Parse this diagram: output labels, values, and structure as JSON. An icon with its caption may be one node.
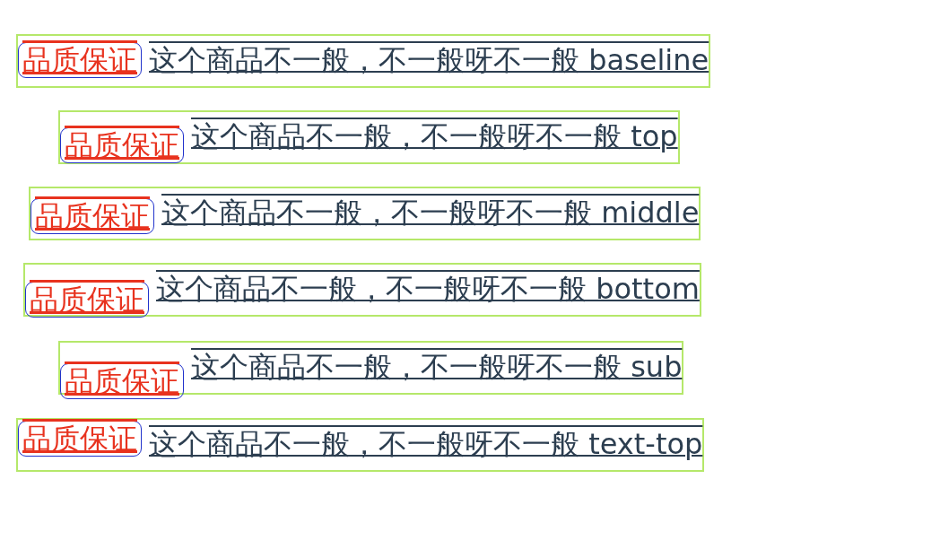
{
  "diagram": {
    "nodes": [
      {
        "text": [
          "这个商品不一般，不一般呀不一般 baseline"
        ]
      },
      {
        "text": [
          "品质保证"
        ],
        "in": 0
      },
      {
        "text": [
          "这个商品不一般，不一般呀不一般 top"
        ]
      },
      {
        "text": [
          "品质保证"
        ],
        "in": 2
      },
      {
        "text": [
          "这个商品不一般，不一般呀不一般 middle"
        ]
      },
      {
        "text": [
          "品质保证"
        ],
        "in": 4
      },
      {
        "text": [
          "这个商品不一般，不一般呀不一般 bottom"
        ]
      },
      {
        "text": [
          "品质保证"
        ],
        "in": 6
      },
      {
        "text": [
          "这个商品不一般，不一般呀不一般 sub"
        ]
      },
      {
        "text": [
          "品质保证"
        ],
        "in": 8
      },
      {
        "text": [
          "这个商品不一般，不一般呀不一般 text-top"
        ]
      },
      {
        "text": [
          "品质保证"
        ],
        "in": 10
      }
    ]
  }
}
